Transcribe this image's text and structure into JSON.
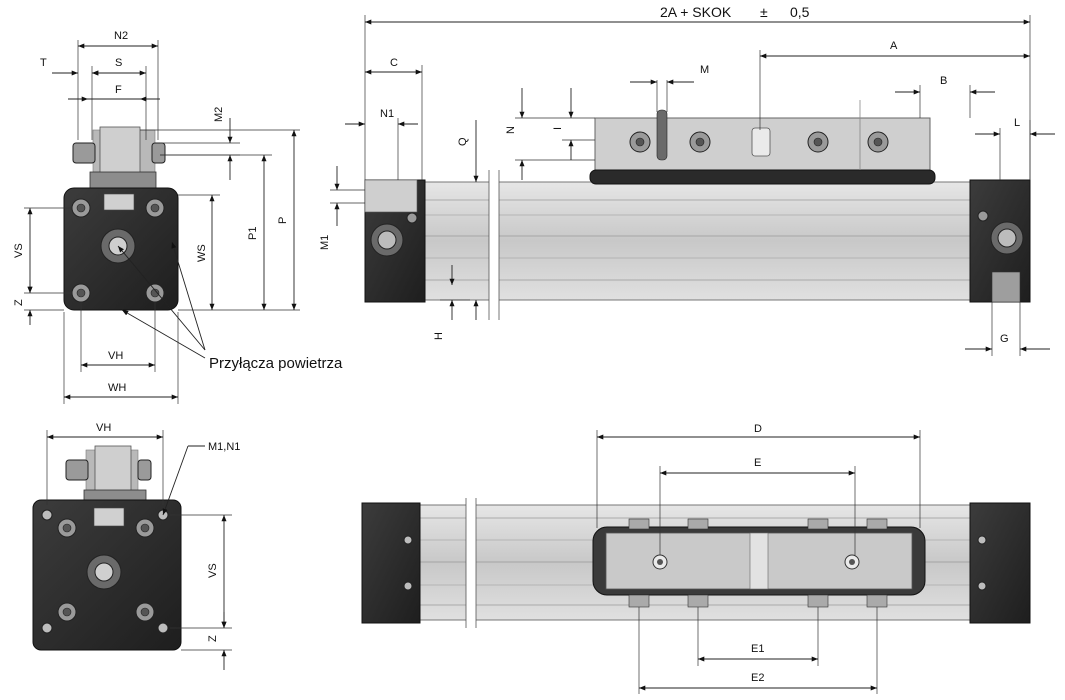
{
  "drawing": {
    "title_dimension": {
      "text": "2A + SKOK",
      "pm": "±",
      "tolerance": "0,5"
    },
    "air_ports_label": "Przyłącza powietrza",
    "labels": {
      "N2": "N2",
      "T": "T",
      "S": "S",
      "F": "F",
      "M2": "M2",
      "P1": "P1",
      "P": "P",
      "VS": "VS",
      "WS": "WS",
      "Z": "Z",
      "VH": "VH",
      "WH": "WH",
      "C": "C",
      "N1": "N1",
      "M1": "M1",
      "Q": "Q",
      "H": "H",
      "M": "M",
      "N": "N",
      "I": "I",
      "A": "A",
      "B": "B",
      "L": "L",
      "G": "G",
      "D": "D",
      "E": "E",
      "E1": "E1",
      "E2": "E2",
      "VH_bottom": "VH",
      "M1N1": "M1,N1",
      "VS_bottom": "VS",
      "Z_bottom": "Z"
    }
  }
}
